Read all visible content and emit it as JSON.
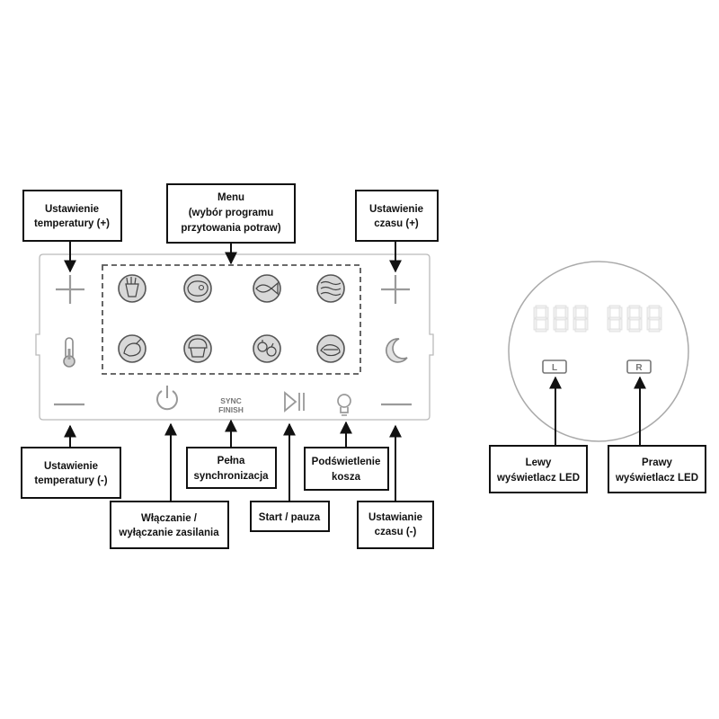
{
  "callouts": {
    "temp_plus": [
      "Ustawienie",
      "temperatury (+)"
    ],
    "menu": [
      "Menu",
      "(wybór programu",
      "przytowania potraw)"
    ],
    "time_plus": [
      "Ustawienie",
      "czasu (+)"
    ],
    "temp_minus": [
      "Ustawienie",
      "temperatury (-)"
    ],
    "power": [
      "Włączanie /",
      "wyłączanie zasilania"
    ],
    "sync": [
      "Pełna",
      "synchronizacja"
    ],
    "start": [
      "Start / pauza"
    ],
    "light": [
      "Podświetlenie",
      "kosza"
    ],
    "time_minus": [
      "Ustawianie",
      "czasu (-)"
    ],
    "left_led": [
      "Lewy",
      "wyświetlacz LED"
    ],
    "right_led": [
      "Prawy",
      "wyświetlacz LED"
    ]
  },
  "panel": {
    "sync_label": [
      "SYNC",
      "FINISH"
    ],
    "menu_icons": [
      "fries-icon",
      "steak-icon",
      "fish-icon",
      "bacon-icon",
      "chicken-icon",
      "muffin-icon",
      "vegetables-icon",
      "meat-skewer-icon"
    ]
  },
  "display": {
    "left_key": "L",
    "right_key": "R"
  },
  "colors": {
    "line": "#111111",
    "panel_outline": "#bbbbbb",
    "icon_fill": "#d8d8d8"
  }
}
